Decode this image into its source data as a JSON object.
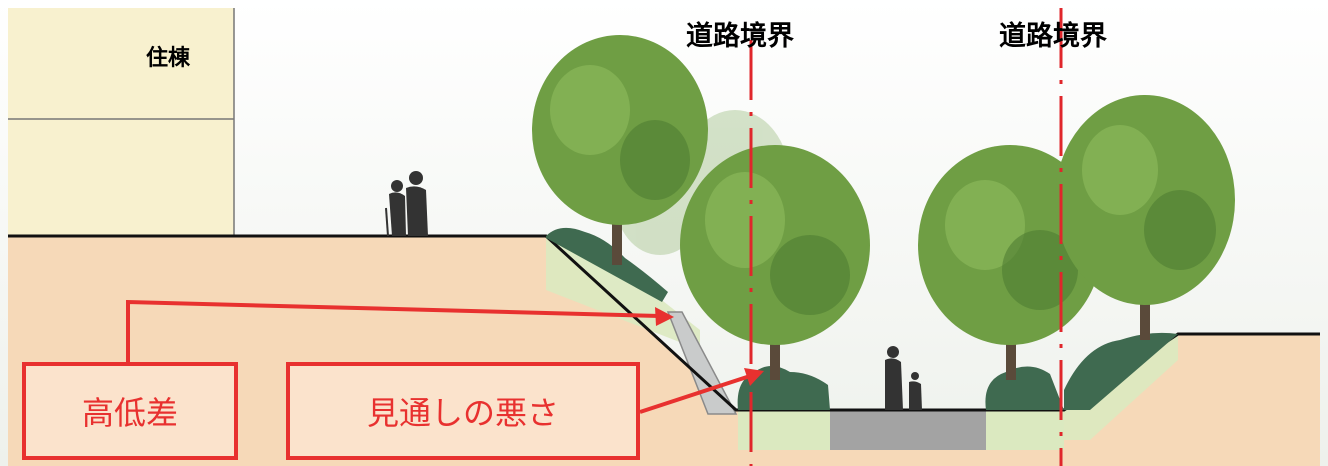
{
  "labels": {
    "building": "住棟",
    "road_boundary_left": "道路境界",
    "road_boundary_right": "道路境界"
  },
  "callouts": {
    "height_difference": "高低差",
    "poor_visibility": "見通しの悪さ"
  },
  "colors": {
    "sky": "#f4f6f1",
    "ground": "#f6d9b8",
    "building": "#f8f1cf",
    "planting": "#dbe9c0",
    "road": "#a3a3a3",
    "boundary_line": "#e0262b",
    "callout": "#e8312f",
    "shrub": "#3f6a50",
    "tree": "#6f9e44"
  }
}
